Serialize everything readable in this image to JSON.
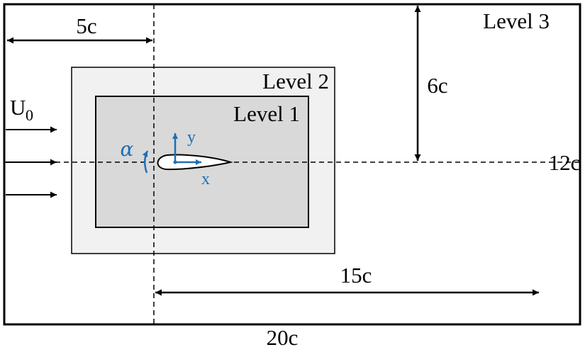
{
  "levels": {
    "level3": "Level 3",
    "level2": "Level 2",
    "level1": "Level 1"
  },
  "dimensions": {
    "upstream": "5c",
    "half_height": "6c",
    "height": "12c",
    "downstream": "15c",
    "length": "20c"
  },
  "freestream": {
    "symbol": "U",
    "subscript": "0"
  },
  "axes": {
    "x": "x",
    "y": "y",
    "angle": "α"
  },
  "colors": {
    "level2_fill": "#f1f1f1",
    "level1_fill": "#d9d9d9",
    "accent": "#1f6fb5"
  }
}
